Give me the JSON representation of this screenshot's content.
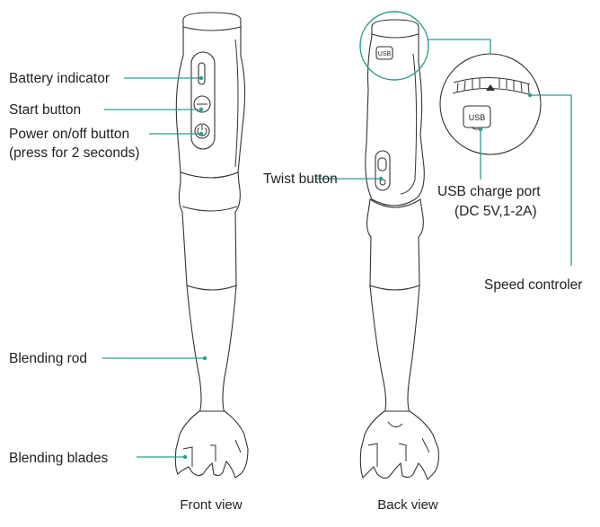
{
  "labels": {
    "battery_indicator": "Battery indicator",
    "start_button": "Start button",
    "power_button_line1": "Power on/off button",
    "power_button_line2": "(press for 2 seconds)",
    "blending_rod": "Blending rod",
    "blending_blades": "Blending blades",
    "twist_button": "Twist button",
    "usb_port_line1": "USB charge port",
    "usb_port_line2": "(DC 5V,1-2A)",
    "speed_controller": "Speed controler"
  },
  "port_text": "USB",
  "captions": {
    "front": "Front view",
    "back": "Back view"
  },
  "colors": {
    "leader": "#2a9d8f",
    "outline": "#333333"
  }
}
